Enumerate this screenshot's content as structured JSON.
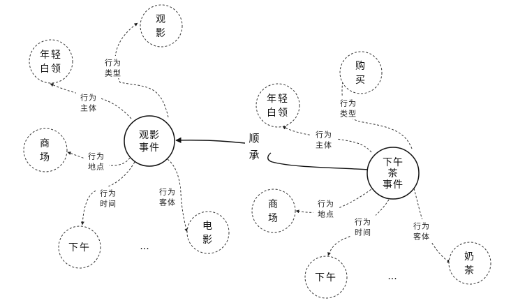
{
  "relation": {
    "lines": [
      "顺",
      "承"
    ]
  },
  "events": [
    {
      "name": "movie-event",
      "lines": [
        "观影",
        "事件"
      ],
      "attributes": [
        {
          "key": "type",
          "label": [
            "行为",
            "类型"
          ],
          "value": [
            "观",
            "影"
          ]
        },
        {
          "key": "agent",
          "label": [
            "行为",
            "主体"
          ],
          "value": [
            "年轻",
            "白领"
          ]
        },
        {
          "key": "place",
          "label": [
            "行为",
            "地点"
          ],
          "value": [
            "商",
            "场"
          ]
        },
        {
          "key": "time",
          "label": [
            "行为",
            "时间"
          ],
          "value": [
            "下午"
          ]
        },
        {
          "key": "object",
          "label": [
            "行为",
            "客体"
          ],
          "value": [
            "电",
            "影"
          ]
        }
      ],
      "ellipsis": "..."
    },
    {
      "name": "tea-event",
      "lines": [
        "下午",
        "茶",
        "事件"
      ],
      "attributes": [
        {
          "key": "type",
          "label": [
            "行为",
            "类型"
          ],
          "value": [
            "购",
            "买"
          ]
        },
        {
          "key": "agent",
          "label": [
            "行为",
            "主体"
          ],
          "value": [
            "年轻",
            "白领"
          ]
        },
        {
          "key": "place",
          "label": [
            "行为",
            "地点"
          ],
          "value": [
            "商",
            "场"
          ]
        },
        {
          "key": "time",
          "label": [
            "行为",
            "时间"
          ],
          "value": [
            "下午"
          ]
        },
        {
          "key": "object",
          "label": [
            "行为",
            "客体"
          ],
          "value": [
            "奶",
            "茶"
          ]
        }
      ],
      "ellipsis": "..."
    }
  ]
}
